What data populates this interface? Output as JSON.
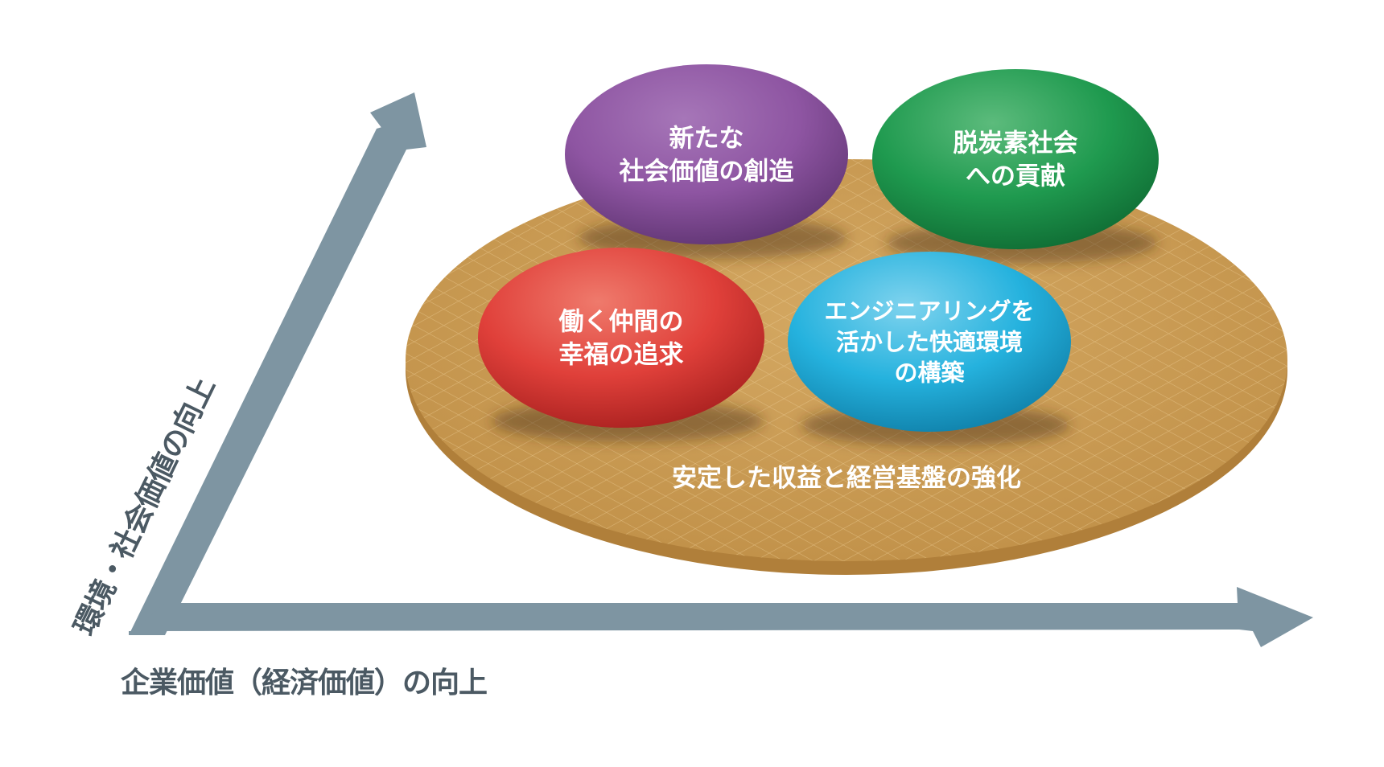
{
  "diagram": {
    "axes": {
      "x_label": "企業価値（経済価値）の向上",
      "y_label": "環境・社会価値の向上",
      "color": "#7e95a2",
      "label_color": "#4b5963"
    },
    "base": {
      "label": "安定した収益と経営基盤の強化",
      "color": "#c99b52",
      "rim_color": "#b07f3a"
    },
    "values": [
      {
        "id": "new-social-value",
        "lines": [
          "新たな",
          "社会価値の創造"
        ],
        "color": "#8e55a2",
        "highlight": "#a676b8",
        "shade": "#5f3472"
      },
      {
        "id": "decarbonization",
        "lines": [
          "脱炭素社会",
          "への貢献"
        ],
        "color": "#1f9a4f",
        "highlight": "#5cbb7c",
        "shade": "#0f6b33"
      },
      {
        "id": "employee-happiness",
        "lines": [
          "働く仲間の",
          "幸福の追求"
        ],
        "color": "#e0403a",
        "highlight": "#ef7a6c",
        "shade": "#a8201f"
      },
      {
        "id": "comfortable-environment",
        "lines": [
          "エンジニアリングを",
          "活かした快適環境",
          "の構築"
        ],
        "color": "#25b2de",
        "highlight": "#7fd3ee",
        "shade": "#0f7fa8"
      }
    ]
  }
}
